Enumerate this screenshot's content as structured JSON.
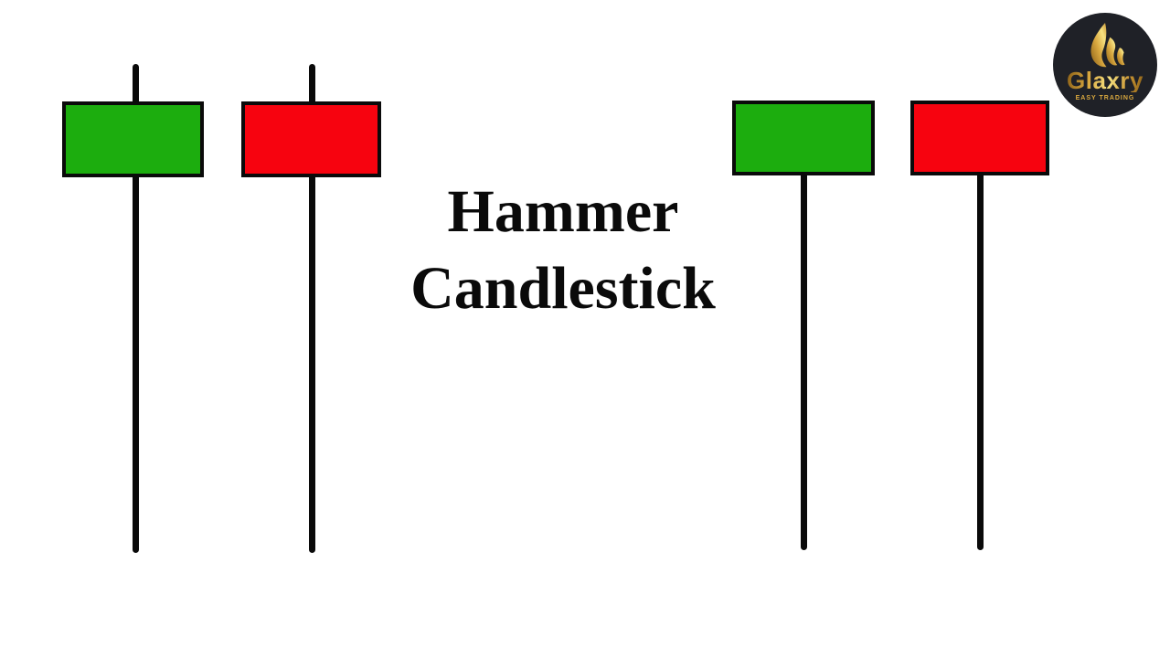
{
  "title": {
    "line1": "Hammer",
    "line2": "Candlestick"
  },
  "logo": {
    "brand": "Glaxry",
    "tagline": "EASY TRADING"
  },
  "colors": {
    "bullish": "#1cad0e",
    "bearish": "#f7030f",
    "ink": "#0a0a0a",
    "logo_bg": "#1f2127",
    "gold": "#d9a83f",
    "gold_light": "#f6e282",
    "gold_dark": "#8a5f16"
  },
  "chart_data": {
    "type": "candlestick",
    "title": "Hammer Candlestick",
    "description": "Educational diagram of hammer candlestick patterns: small real body at the top and a long lower shadow",
    "candles": [
      {
        "position": "far-left",
        "direction": "bullish",
        "body_color": "green",
        "upper_shadow": "short",
        "lower_shadow": "long"
      },
      {
        "position": "left",
        "direction": "bearish",
        "body_color": "red",
        "upper_shadow": "short",
        "lower_shadow": "long"
      },
      {
        "position": "right",
        "direction": "bullish",
        "body_color": "green",
        "upper_shadow": "none",
        "lower_shadow": "long"
      },
      {
        "position": "far-right",
        "direction": "bearish",
        "body_color": "red",
        "upper_shadow": "none",
        "lower_shadow": "long"
      }
    ]
  }
}
